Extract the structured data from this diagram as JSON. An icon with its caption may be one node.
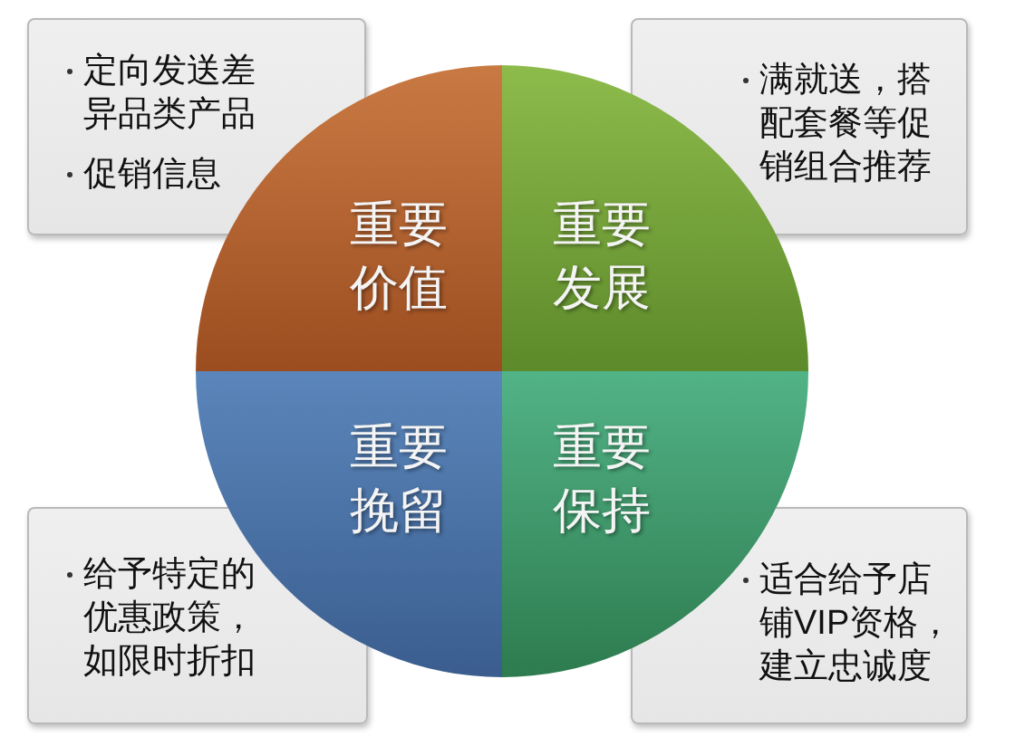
{
  "diagram": {
    "nodes": [
      {
        "text": [
          "定向发送差异品类产品",
          "促销信息"
        ]
      },
      {
        "text": [
          "满就送，搭配套餐等促销组合推荐"
        ]
      },
      {
        "text": [
          "重要价值"
        ]
      },
      {
        "text": [
          "重要发展"
        ]
      },
      {
        "text": [
          "重要挽留"
        ]
      },
      {
        "text": [
          "重要保持"
        ]
      },
      {
        "text": [
          "给予特定的优惠政策，如限时折扣"
        ]
      },
      {
        "text": [
          "适合给予店铺VIP资格，建立忠诚度"
        ]
      }
    ]
  }
}
